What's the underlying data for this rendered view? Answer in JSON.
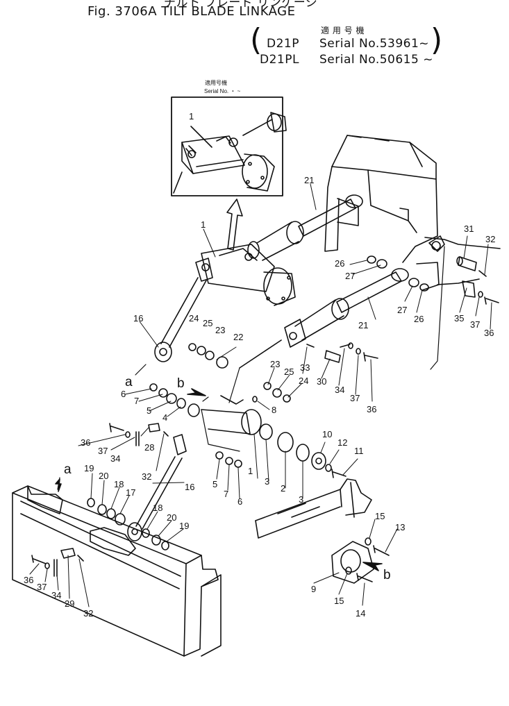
{
  "header": {
    "cut_title": "チルト ブレード リンケージ",
    "figure_title": "Fig. 3706A TILT BLADE LINKAGE",
    "serial_heading": "適 用 号 機",
    "serial_rows": [
      {
        "model": "D21P",
        "serial": "Serial No.53961~"
      },
      {
        "model": "D21PL",
        "serial": "Serial No.50615 ~"
      }
    ]
  },
  "inset": {
    "heading": "適用号機",
    "serial_label": "Serial No.  ・  ~",
    "part_no": "1"
  },
  "callouts": [
    "1",
    "21",
    "21",
    "31",
    "32",
    "26",
    "27",
    "27",
    "26",
    "35",
    "37",
    "36",
    "16",
    "24",
    "25",
    "23",
    "22",
    "33",
    "34",
    "30",
    "37",
    "36",
    "23",
    "25",
    "24",
    "8",
    "6",
    "7",
    "5",
    "4",
    "1",
    "3",
    "2",
    "3",
    "10",
    "12",
    "11",
    "36",
    "37",
    "34",
    "28",
    "32",
    "5",
    "7",
    "6",
    "19",
    "20",
    "18",
    "17",
    "16",
    "18",
    "20",
    "19",
    "15",
    "13",
    "9",
    "15",
    "14",
    "36",
    "37",
    "34",
    "29",
    "32"
  ],
  "letters": [
    "a",
    "b",
    "a",
    "b"
  ]
}
